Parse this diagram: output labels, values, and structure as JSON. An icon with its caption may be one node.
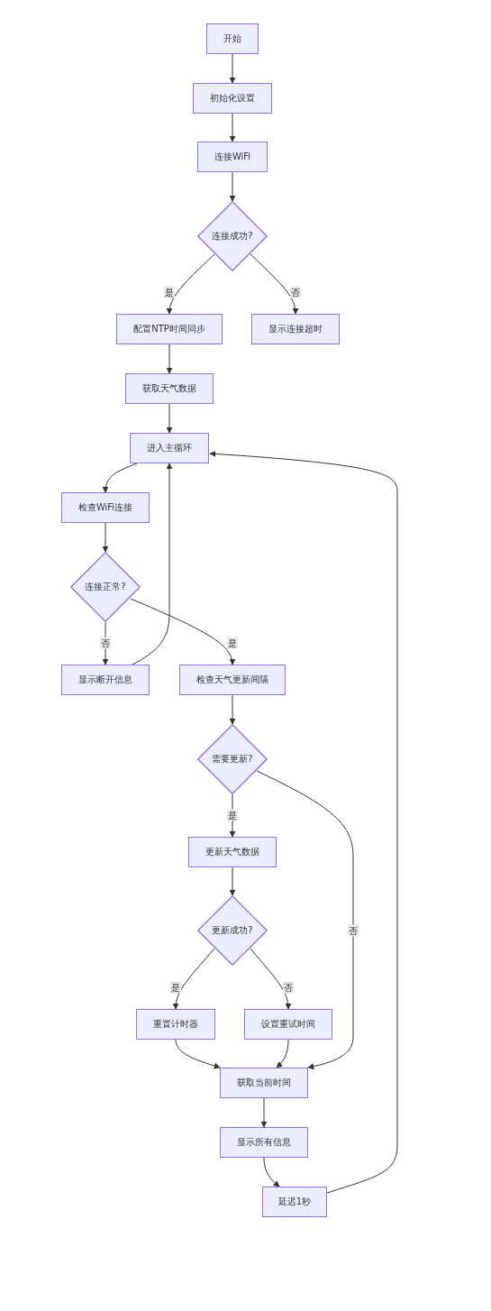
{
  "diagram": {
    "nodes": [
      {
        "text": [
          "开始"
        ]
      },
      {
        "text": [
          "初始化设置"
        ]
      },
      {
        "text": [
          "连接WiFi"
        ]
      },
      {
        "text": [
          "连接成功?"
        ]
      },
      {
        "text": [
          "配置NTP时间同步"
        ]
      },
      {
        "text": [
          "显示连接超时"
        ]
      },
      {
        "text": [
          "获取天气数据"
        ]
      },
      {
        "text": [
          "进入主循环"
        ]
      },
      {
        "text": [
          "检查WiFi连接"
        ]
      },
      {
        "text": [
          "连接正常?"
        ]
      },
      {
        "text": [
          "显示断开信息"
        ]
      },
      {
        "text": [
          "检查天气更新间隔"
        ]
      },
      {
        "text": [
          "需要更新?"
        ]
      },
      {
        "text": [
          "更新天气数据"
        ]
      },
      {
        "text": [
          "更新成功?"
        ]
      },
      {
        "text": [
          "重置计时器"
        ]
      },
      {
        "text": [
          "设置重试时间"
        ]
      },
      {
        "text": [
          "获取当前时间"
        ]
      },
      {
        "text": [
          "显示所有信息"
        ]
      },
      {
        "text": [
          "延迟1秒"
        ]
      }
    ],
    "edges": [
      {
        "from": 0,
        "to": 1,
        "arrow": "to"
      },
      {
        "from": 1,
        "to": 2,
        "arrow": "to"
      },
      {
        "from": 2,
        "to": 3,
        "arrow": "to"
      },
      {
        "from": 3,
        "to": 4,
        "arrow": "to",
        "label": "是"
      },
      {
        "from": 3,
        "to": 5,
        "arrow": "to",
        "label": "否"
      },
      {
        "from": 4,
        "to": 6,
        "arrow": "to"
      },
      {
        "from": 6,
        "to": 7,
        "arrow": "to"
      },
      {
        "from": 7,
        "to": 8,
        "arrow": "to"
      },
      {
        "from": 8,
        "to": 9,
        "arrow": "to"
      },
      {
        "from": 9,
        "to": 10,
        "arrow": "to",
        "label": "否"
      },
      {
        "from": 10,
        "to": 7,
        "arrow": "to"
      },
      {
        "from": 9,
        "to": 11,
        "arrow": "to",
        "label": "是"
      },
      {
        "from": 11,
        "to": 12,
        "arrow": "to"
      },
      {
        "from": 12,
        "to": 13,
        "arrow": "to",
        "label": "是"
      },
      {
        "from": 12,
        "to": 17,
        "arrow": "to",
        "label": "否"
      },
      {
        "from": 13,
        "to": 14,
        "arrow": "to"
      },
      {
        "from": 14,
        "to": 15,
        "arrow": "to",
        "label": "是"
      },
      {
        "from": 14,
        "to": 16,
        "arrow": "to",
        "label": "否"
      },
      {
        "from": 15,
        "to": 17,
        "arrow": "to"
      },
      {
        "from": 16,
        "to": 17,
        "arrow": "to"
      },
      {
        "from": 17,
        "to": 18,
        "arrow": "to"
      },
      {
        "from": 18,
        "to": 19,
        "arrow": "to"
      },
      {
        "from": 19,
        "to": 7,
        "arrow": "to"
      }
    ]
  }
}
